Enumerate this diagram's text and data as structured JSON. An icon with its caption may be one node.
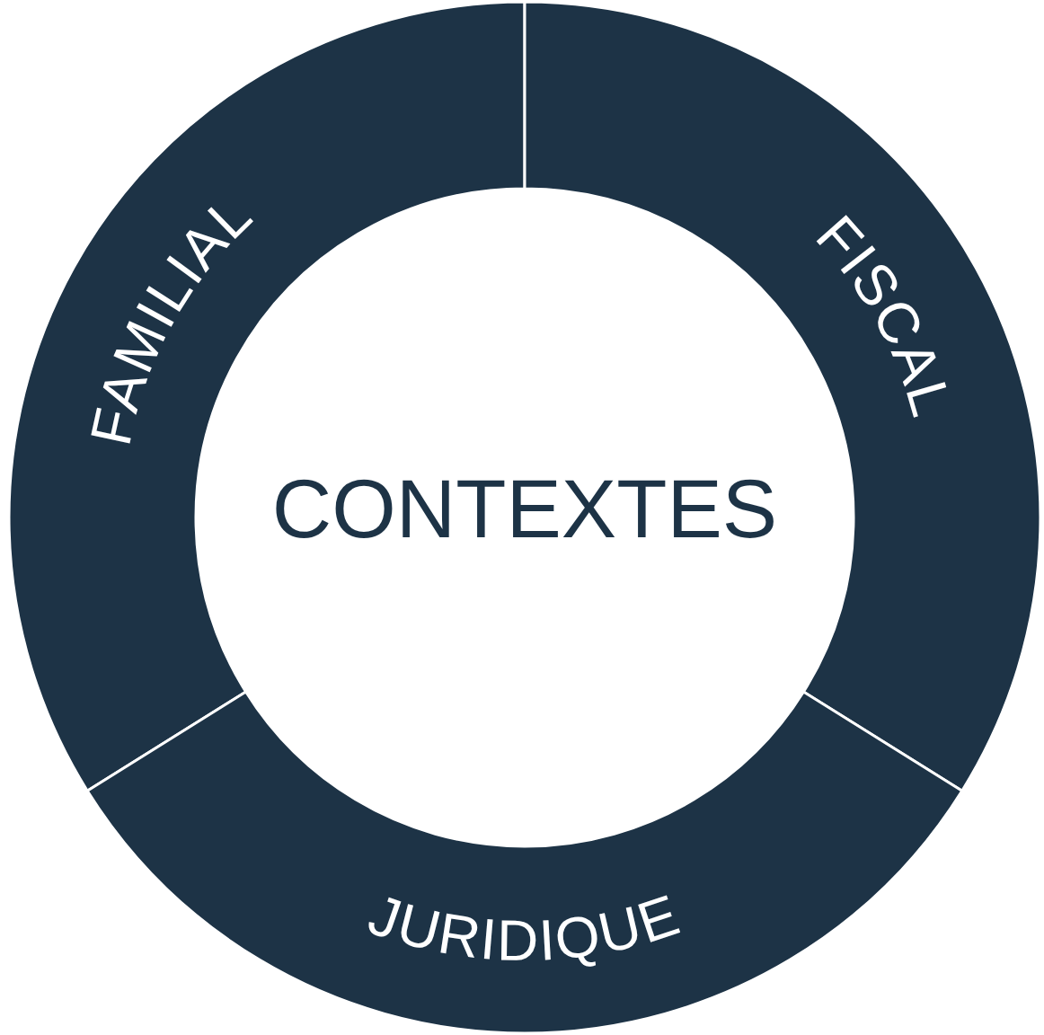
{
  "diagram": {
    "nodes": [
      {
        "text": [
          "FAMILIAL"
        ]
      },
      {
        "text": [
          "FISCAL"
        ]
      },
      {
        "text": [
          "CONTEXTES"
        ]
      },
      {
        "text": [
          "JURIDIQUE"
        ]
      }
    ]
  }
}
